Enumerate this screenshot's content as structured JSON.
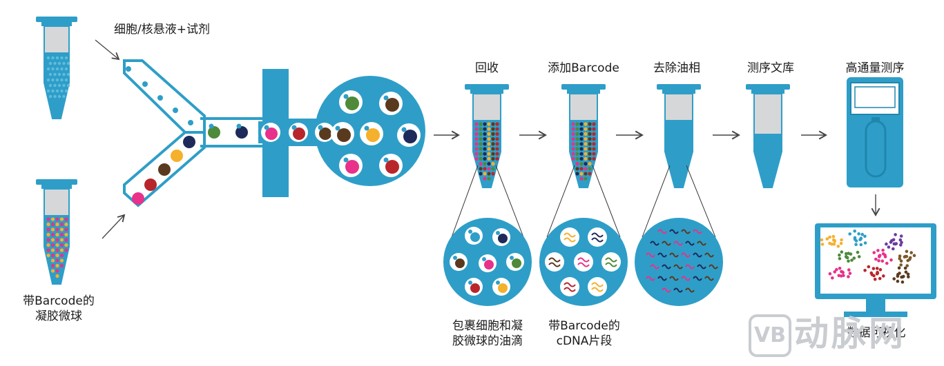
{
  "labels": {
    "input_suspension": "细胞/核悬液+试剂",
    "barcode_beads_line1": "带Barcode的",
    "barcode_beads_line2": "凝胶微球",
    "step_recover": "回收",
    "step_add_barcode": "添加Barcode",
    "step_remove_oil": "去除油相",
    "step_library": "测序文库",
    "step_sequencing": "高通量测序",
    "droplet_line1": "包裹细胞和凝",
    "droplet_line2": "胶微球的油滴",
    "cdna_line1": "带Barcode的",
    "cdna_line2": "cDNA片段",
    "visualize": "数据可视化"
  },
  "watermark": {
    "logo": "VB",
    "text": "动脉网"
  },
  "colors": {
    "blue": "#2e9ec8",
    "dark_blue": "#1f86ad",
    "light_gray": "#d6d7d8",
    "arrow": "#444444",
    "bead_palette": [
      "#e8318a",
      "#b8262b",
      "#5a3a1e",
      "#f5b02c",
      "#1e2a5a",
      "#4d8a3a",
      "#2e9ec8"
    ]
  }
}
